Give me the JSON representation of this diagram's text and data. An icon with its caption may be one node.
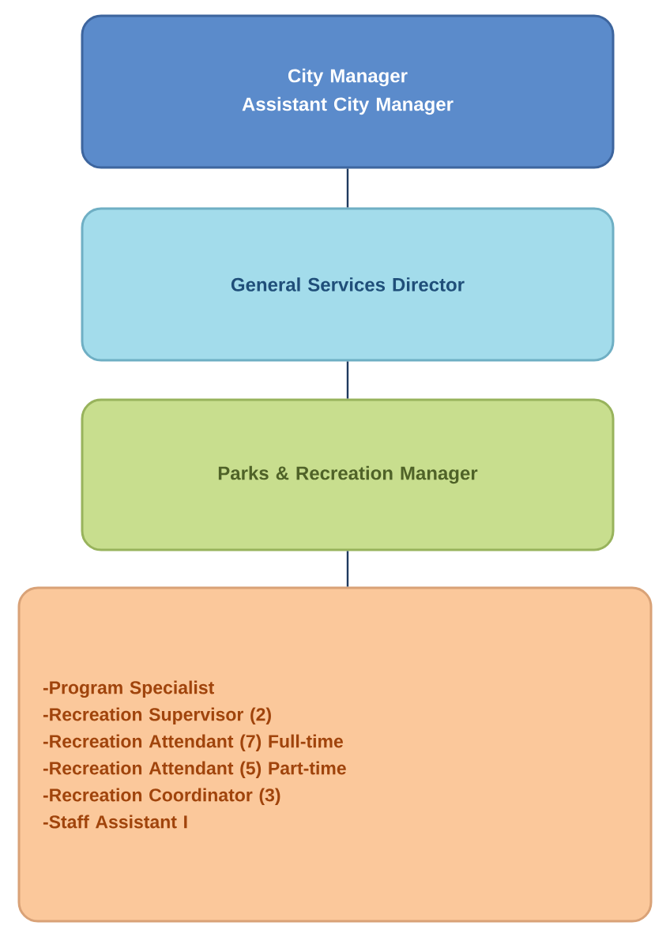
{
  "diagram": {
    "nodes": [
      {
        "text": [
          "City Manager",
          "Assistant City Manager"
        ]
      },
      {
        "text": [
          "General Services Director"
        ]
      },
      {
        "text": [
          "Parks & Recreation Manager"
        ]
      },
      {
        "text": [
          "-Program Specialist",
          "-Recreation Supervisor (2)",
          "-Recreation Attendant (7) Full-time",
          "-Recreation Attendant (5) Part-time",
          "-Recreation Coordinator (3)",
          "-Staff Assistant I"
        ]
      }
    ],
    "edges": [
      {
        "from": 0,
        "to": 1,
        "arrow": "none"
      },
      {
        "from": 1,
        "to": 2,
        "arrow": "none"
      },
      {
        "from": 2,
        "to": 3,
        "arrow": "none"
      }
    ]
  }
}
